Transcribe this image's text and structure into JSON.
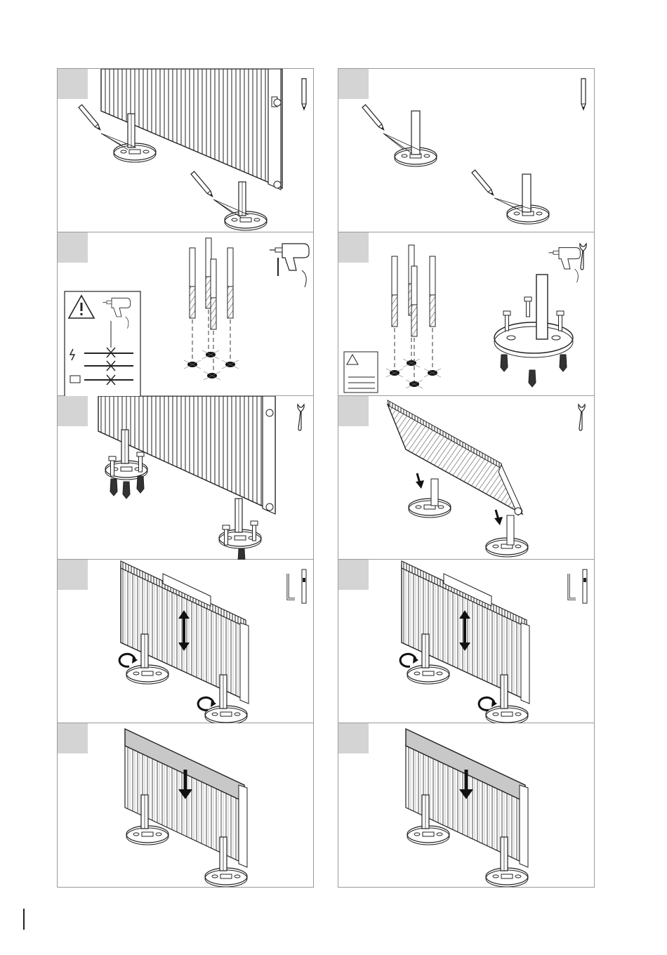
{
  "document": {
    "type": "installation-instructions-page",
    "steps": [
      {
        "column": "left",
        "row": 1,
        "scene": "radiator-on-floor-stands-marking",
        "tool": "pencil-icon"
      },
      {
        "column": "right",
        "row": 1,
        "scene": "floor-stands-marking",
        "tool": "pencil-icon"
      },
      {
        "column": "left",
        "row": 2,
        "scene": "drilling-holes-with-warning",
        "tool": "drill-icon"
      },
      {
        "column": "right",
        "row": 2,
        "scene": "drilling-and-stand-assembly",
        "tool": "drill-and-wrench-icon"
      },
      {
        "column": "left",
        "row": 3,
        "scene": "radiator-fixing-stands",
        "tool": "wrench-icon"
      },
      {
        "column": "right",
        "row": 3,
        "scene": "radiator-placing-on-stands",
        "tool": "wrench-icon"
      },
      {
        "column": "left",
        "row": 4,
        "scene": "height-adjustment",
        "tool": "allen-key-icon"
      },
      {
        "column": "right",
        "row": 4,
        "scene": "height-adjustment",
        "tool": "allen-key-icon"
      },
      {
        "column": "left",
        "row": 5,
        "scene": "cover-placement",
        "tool": ""
      },
      {
        "column": "right",
        "row": 5,
        "scene": "cover-placement",
        "tool": ""
      }
    ],
    "colors": {
      "frame": "#9a9a9a",
      "tab": "#d4d4d4",
      "line": "#222222",
      "cover": "#c8c8c8"
    }
  }
}
